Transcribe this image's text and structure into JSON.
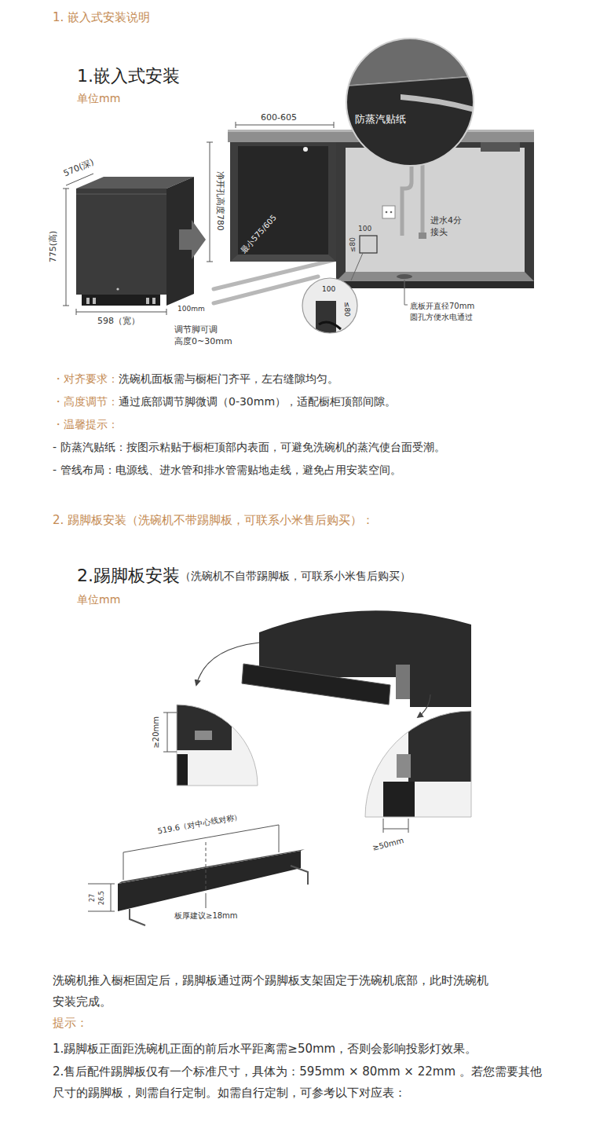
{
  "diagram": {
    "title": "1. 嵌入式安装说明",
    "nodes": [
      {
        "text": [
          "防蒸汽贴纸"
        ]
      },
      {
        "text": [
          "100",
          "≤80"
        ]
      }
    ],
    "labels": [
      "1.嵌入式安装",
      "单位mm",
      "570(深)",
      "775(高)",
      "598（宽）",
      "100mm",
      "调节脚可调 高度0~30mm",
      "600-605",
      "净开孔高度780",
      "最小575/605",
      "100",
      "≤80",
      "进水4分 接头",
      "底板开直径70mm 圆孔方便水电通过",
      "・对齐要求：",
      "洗碗机面板需与橱柜门齐平，左右缝隙均匀。",
      "・高度调节：",
      "通过底部调节脚微调（0-30mm），适配橱柜顶部间隙。",
      "・温馨提示：",
      "- 防蒸汽贴纸：按图示粘贴于橱柜顶部内表面，可避免洗碗机的蒸汽使台面受潮。",
      "- 管线布局：电源线、进水管和排水管需贴地走线，避免占用安装空间。",
      "2. 踢脚板安装（洗碗机不带踢脚板，可联系小米售后购买）：",
      "2.踢脚板安装",
      "（洗碗机不自带踢脚板，可联系小米售后购买）",
      "单位mm",
      "≥20mm",
      "≥50mm",
      "519.6（对中心线对称）",
      "27",
      "26.5",
      "板厚建议≥18mm",
      "洗碗机推入橱柜固定后，踢脚板通过两个踢脚板支架固定于洗碗机底部，此时洗碗机安装完成。",
      "提示：",
      "1.踢脚板正面距洗碗机正面的前后水平距离需≥50mm，否则会影响投影灯效果。",
      "2.售后配件踢脚板仅有一个标准尺寸，具体为：595mm × 80mm × 22mm 。若您需要其他尺寸的踢脚板，则需自行定制。如需自行定制，可参考以下对应表："
    ]
  }
}
